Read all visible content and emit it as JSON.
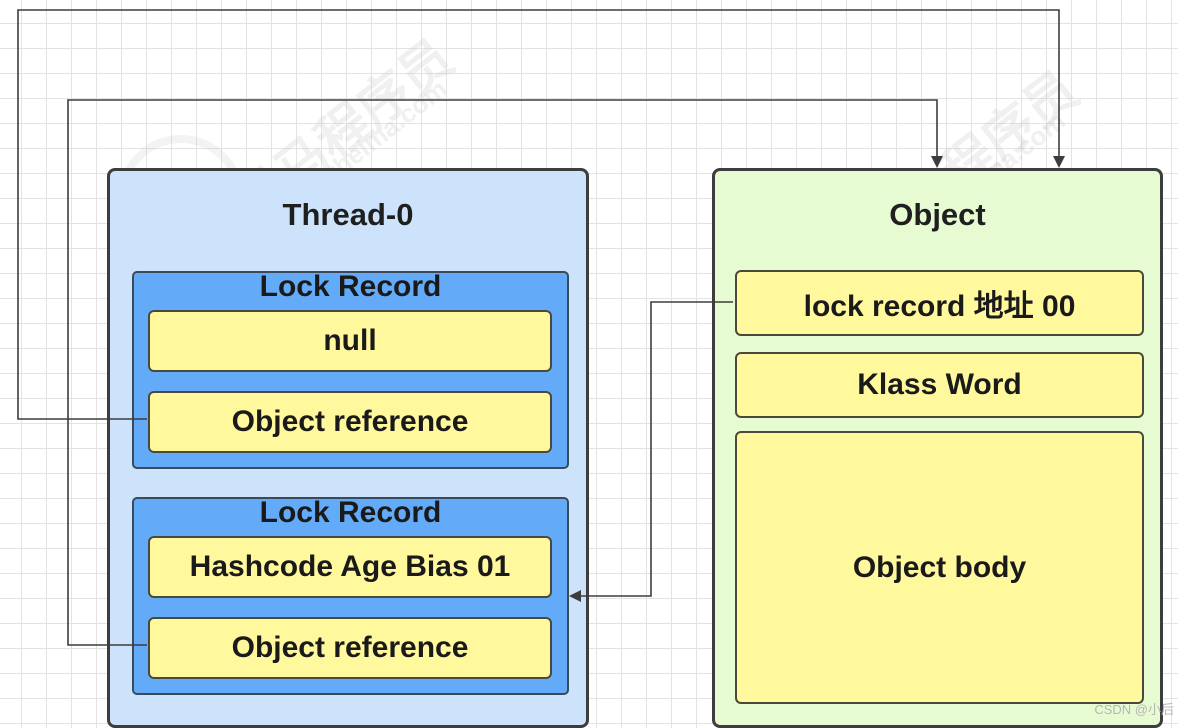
{
  "thread": {
    "title": "Thread-0",
    "records": [
      {
        "label": "Lock Record",
        "top_cell": "null",
        "ref_cell": "Object reference"
      },
      {
        "label": "Lock Record",
        "top_cell": "Hashcode Age Bias 01",
        "ref_cell": "Object reference"
      }
    ]
  },
  "object": {
    "title": "Object",
    "mark_word": "lock  record 地址 00",
    "klass_word": "Klass Word",
    "body": "Object body"
  },
  "watermark": {
    "brand": "黑马程序员",
    "site": "www.itheima.com"
  },
  "corner_text": "CSDN @小后",
  "colors": {
    "thread_bg": "#cde3fb",
    "object_bg": "#e7fbd3",
    "record_bg": "#63abf8",
    "cell_bg": "#fff89d",
    "connector": "#3d3d3d"
  }
}
